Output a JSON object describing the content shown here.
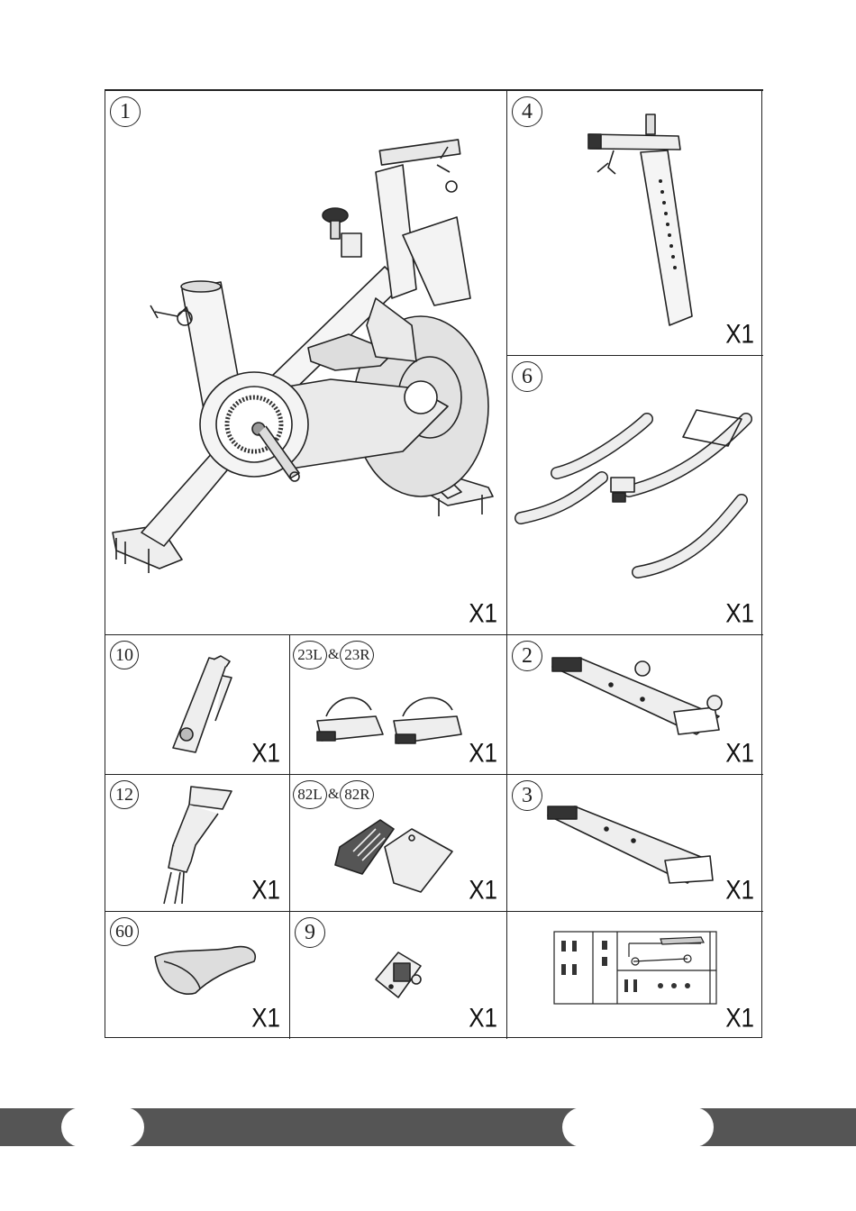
{
  "parts": [
    {
      "id": "frame",
      "label": "1",
      "qty": "X1",
      "icon": "bike-frame-icon"
    },
    {
      "id": "seat-post",
      "label": "4",
      "qty": "X1",
      "icon": "seat-post-icon"
    },
    {
      "id": "handlebar",
      "label": "6",
      "qty": "X1",
      "icon": "handlebar-icon"
    },
    {
      "id": "part-10",
      "label": "10",
      "qty": "X1",
      "icon": "bracket-icon"
    },
    {
      "id": "pedals",
      "label_left": "23L",
      "amp": "&",
      "label_right": "23R",
      "qty": "X1",
      "icon": "pedals-icon"
    },
    {
      "id": "front-stabilizer",
      "label": "2",
      "qty": "X1",
      "icon": "front-stabilizer-icon"
    },
    {
      "id": "part-12",
      "label": "12",
      "qty": "X1",
      "icon": "holder-bracket-icon"
    },
    {
      "id": "covers",
      "label_left": "82L",
      "amp": "&",
      "label_right": "82R",
      "qty": "X1",
      "icon": "covers-icon"
    },
    {
      "id": "rear-stabilizer",
      "label": "3",
      "qty": "X1",
      "icon": "rear-stabilizer-icon"
    },
    {
      "id": "saddle",
      "label": "60",
      "qty": "X1",
      "icon": "saddle-icon"
    },
    {
      "id": "clamp",
      "label": "9",
      "qty": "X1",
      "icon": "clamp-icon"
    },
    {
      "id": "hardware",
      "qty": "X1",
      "icon": "hardware-card-icon"
    }
  ]
}
